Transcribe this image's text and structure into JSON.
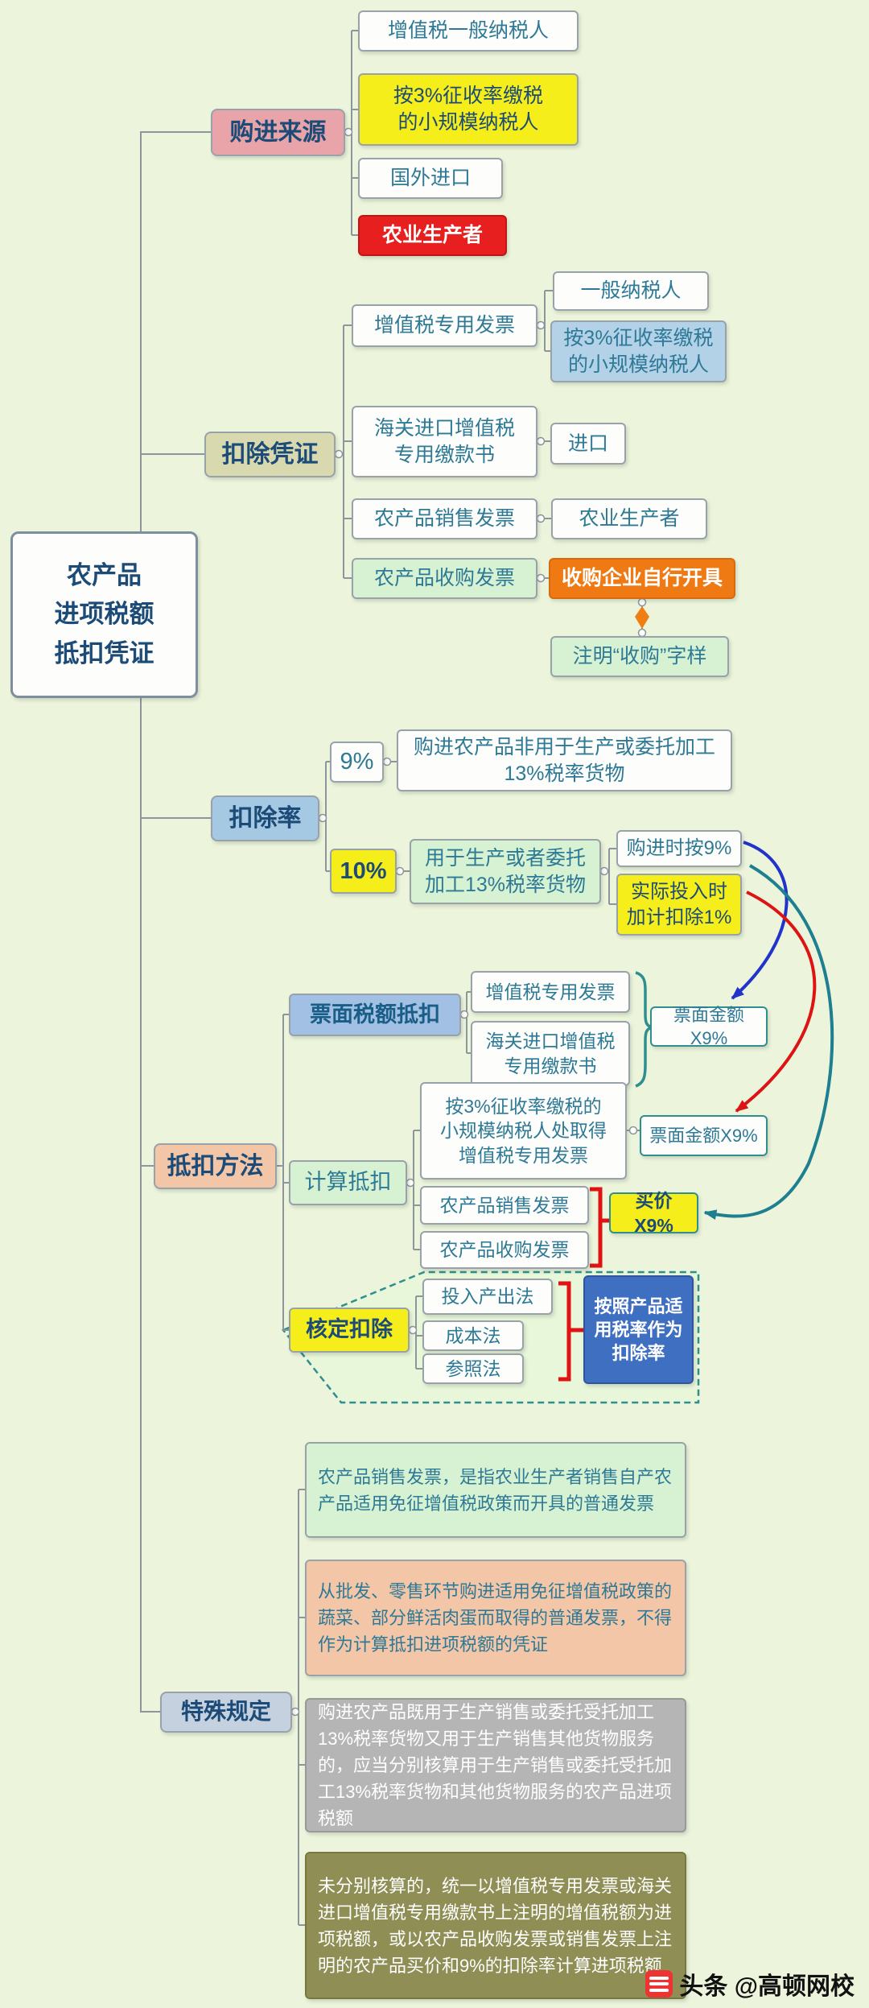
{
  "colors": {
    "background": "#ecf5dc",
    "branch_pink": "#e8a4a8",
    "branch_olive": "#d8d9ae",
    "branch_blue": "#a5c9e3",
    "branch_salmon": "#f3c6a8",
    "branch_grayblue": "#c5d1de",
    "highlight_yellow": "#f6ee1b",
    "highlight_red": "#e71f1f",
    "highlight_orange": "#ef7912",
    "light_green": "#d6f2d2",
    "light_blue": "#b3d2e8",
    "deep_blue": "#3f6fc1",
    "note_gray": "#b5b5b5",
    "note_olive": "#8e8e55",
    "arrow_blue": "#2233cc",
    "arrow_red": "#dd1414",
    "arrow_teal": "#1d7f8f"
  },
  "nodes": {
    "root": "农产品\n进项税额\n抵扣凭证",
    "b1": "购进来源",
    "n1a": "增值税一般纳税人",
    "n1b": "按3%征收率缴税\n的小规模纳税人",
    "n1c": "国外进口",
    "n1d": "农业生产者",
    "b2": "扣除凭证",
    "n2a": "增值税专用发票",
    "n2a1": "一般纳税人",
    "n2a2": "按3%征收率缴税\n的小规模纳税人",
    "n2b": "海关进口增值税\n专用缴款书",
    "n2b1": "进口",
    "n2c": "农产品销售发票",
    "n2c1": "农业生产者",
    "n2d": "农产品收购发票",
    "n2d1": "收购企业自行开具",
    "n2d2": "注明“收购”字样",
    "b3": "扣除率",
    "n3a": "9%",
    "n3a1": "购进农产品非用于生产或委托加工\n13%税率货物",
    "n3b": "10%",
    "n3b1": "用于生产或者委托\n加工13%税率货物",
    "n3b1a": "购进时按9%",
    "n3b1b": "实际投入时\n加计扣除1%",
    "b4": "抵扣方法",
    "n4a": "票面税额抵扣",
    "n4a1": "增值税专用发票",
    "n4a2": "海关进口增值税\n专用缴款书",
    "n4a3": "票面金额X9%",
    "n4b": "计算抵扣",
    "n4b1": "按3%征收率缴税的\n小规模纳税人处取得\n增值税专用发票",
    "n4b1a": "票面金额X9%",
    "n4b2": "农产品销售发票",
    "n4b3": "农产品收购发票",
    "n4bx": "买价X9%",
    "n4c": "核定扣除",
    "n4c1": "投入产出法",
    "n4c2": "成本法",
    "n4c3": "参照法",
    "n4cx": "按照产品适\n用税率作为\n扣除率",
    "b5": "特殊规定",
    "p1": "农产品销售发票，是指农业生产者销售自产农产品适用免征增值税政策而开具的普通发票",
    "p2": "从批发、零售环节购进适用免征增值税政策的蔬菜、部分鲜活肉蛋而取得的普通发票，不得作为计算抵扣进项税额的凭证",
    "p3": "购进农产品既用于生产销售或委托受托加工13%税率货物又用于生产销售其他货物服务的，应当分别核算用于生产销售或委托受托加工13%税率货物和其他货物服务的农产品进项税额",
    "p4": "未分别核算的，统一以增值税专用发票或海关进口增值税专用缴款书上注明的增值税额为进项税额，或以农产品收购发票或销售发票上注明的农产品买价和9%的扣除率计算进项税额"
  },
  "watermark": {
    "label": "头条 @高顿网校"
  }
}
